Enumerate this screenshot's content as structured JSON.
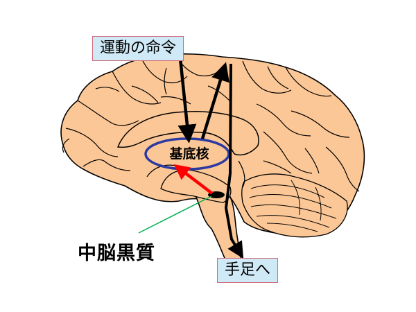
{
  "labels": {
    "motor_command": "運動の命令",
    "basal_ganglia": "基底核",
    "substantia_nigra": "中脳黒質",
    "to_limbs": "手足へ"
  },
  "colors": {
    "brain_fill": "#fcc796",
    "outline": "#000000",
    "label_box_fill": "#cfe9f6",
    "label_box_border": "#d06a78",
    "basal_ellipse": "#2c3aa0",
    "dopamine_arrow": "#ff0000",
    "pointer_line": "#00b050"
  }
}
